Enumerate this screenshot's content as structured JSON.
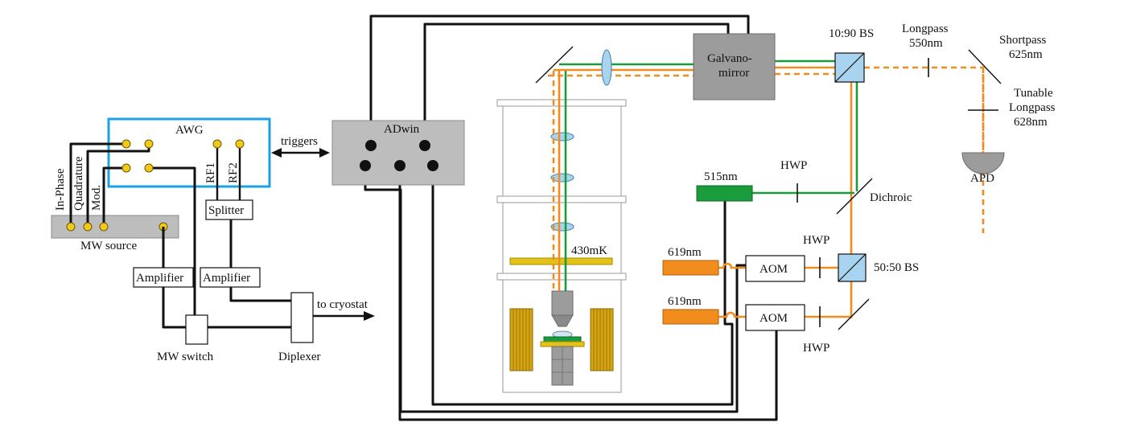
{
  "diagram": {
    "labels": {
      "awg": "AWG",
      "triggers": "triggers",
      "adwin": "ADwin",
      "in_phase": "In-Phase",
      "quadrature": "Quadrature",
      "mod": "Mod.",
      "rf1": "RF1",
      "rf2": "RF2",
      "mw_source": "MW source",
      "splitter": "Splitter",
      "amplifier_left": "Amplifier",
      "amplifier_right": "Amplifier",
      "mw_switch": "MW switch",
      "diplexer": "Diplexer",
      "to_cryostat": "to cryostat",
      "galvano_line1": "Galvano-",
      "galvano_line2": "mirror",
      "bs_1090": "10:90 BS",
      "longpass_line1": "Longpass",
      "longpass_line2": "550nm",
      "shortpass_line1": "Shortpass",
      "shortpass_line2": "625nm",
      "tunable_line1": "Tunable",
      "tunable_line2": "Longpass",
      "tunable_line3": "628nm",
      "apd": "APD",
      "laser_515": "515nm",
      "hwp_top": "HWP",
      "dichroic": "Dichroic",
      "hwp_mid": "HWP",
      "laser_619_a": "619nm",
      "aom_a": "AOM",
      "bs_5050": "50:50 BS",
      "laser_619_b": "619nm",
      "aom_b": "AOM",
      "hwp_bottom": "HWP",
      "temp_430mk": "430mK"
    },
    "colors": {
      "green_beam": "#1a9b3c",
      "orange_beam": "#f28c1e",
      "awg_border": "#1aa3e0",
      "connector": "#f2c81a",
      "lens": "#a9d4ef",
      "grey_box": "#bdbdbd",
      "beamsplitter": "#a9d4ef"
    }
  }
}
